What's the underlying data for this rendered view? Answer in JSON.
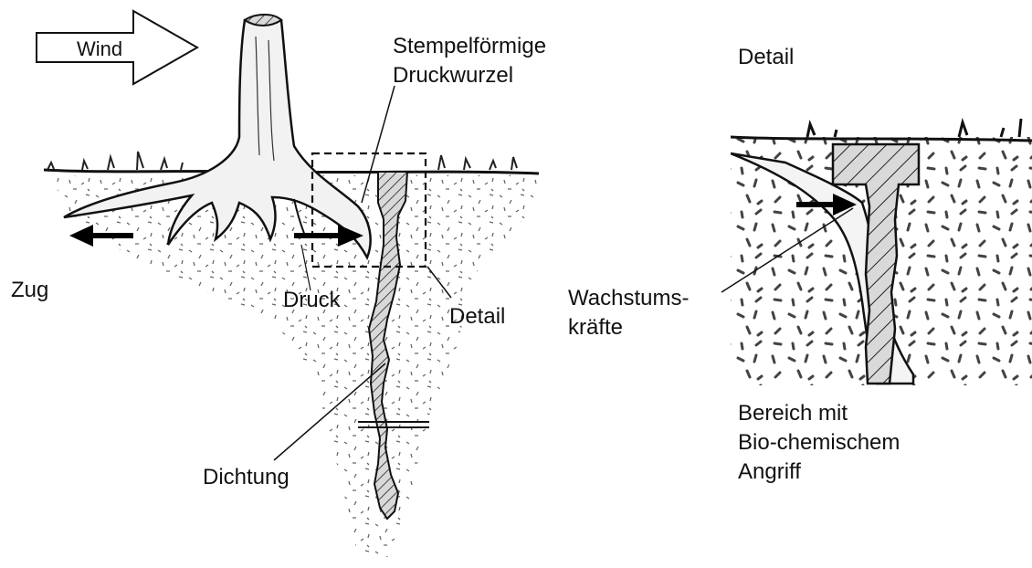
{
  "labels": {
    "wind": "Wind",
    "stamp_root": [
      "Stempelförmige",
      "Druckwurzel"
    ],
    "detail_top": "Detail",
    "pull": "Zug",
    "pressure": "Druck",
    "detail_box": "Detail",
    "seal": "Dichtung",
    "growth_forces": [
      "Wachstums-",
      "kräfte"
    ],
    "attack_area": [
      "Bereich mit",
      "Bio-chemischem",
      "Angriff"
    ]
  }
}
